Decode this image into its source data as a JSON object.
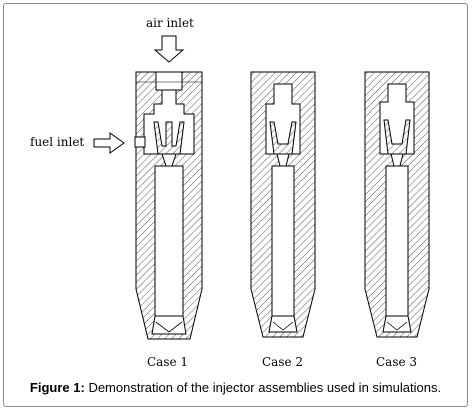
{
  "labels": {
    "air_inlet": "air inlet",
    "fuel_inlet": "fuel inlet"
  },
  "cases": [
    {
      "label": "Case 1"
    },
    {
      "label": "Case 2"
    },
    {
      "label": "Case 3"
    }
  ],
  "caption": {
    "prefix": "Figure 1:",
    "text": " Demonstration of the injector assemblies used in simulations."
  },
  "colors": {
    "hatch": "#444444",
    "outline": "#000000",
    "bore_fill": "#ffffff"
  }
}
